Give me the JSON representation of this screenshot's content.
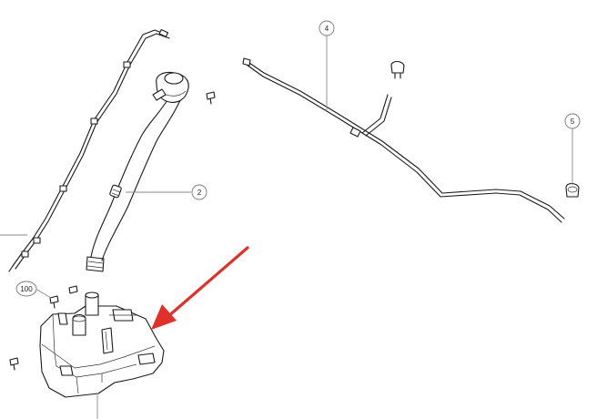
{
  "diagram": {
    "callouts": {
      "part_2": "2",
      "part_4": "4",
      "part_5": "5",
      "part_100": "100"
    },
    "arrow_color": "#e0302a",
    "line_color": "#1a1a1a"
  }
}
